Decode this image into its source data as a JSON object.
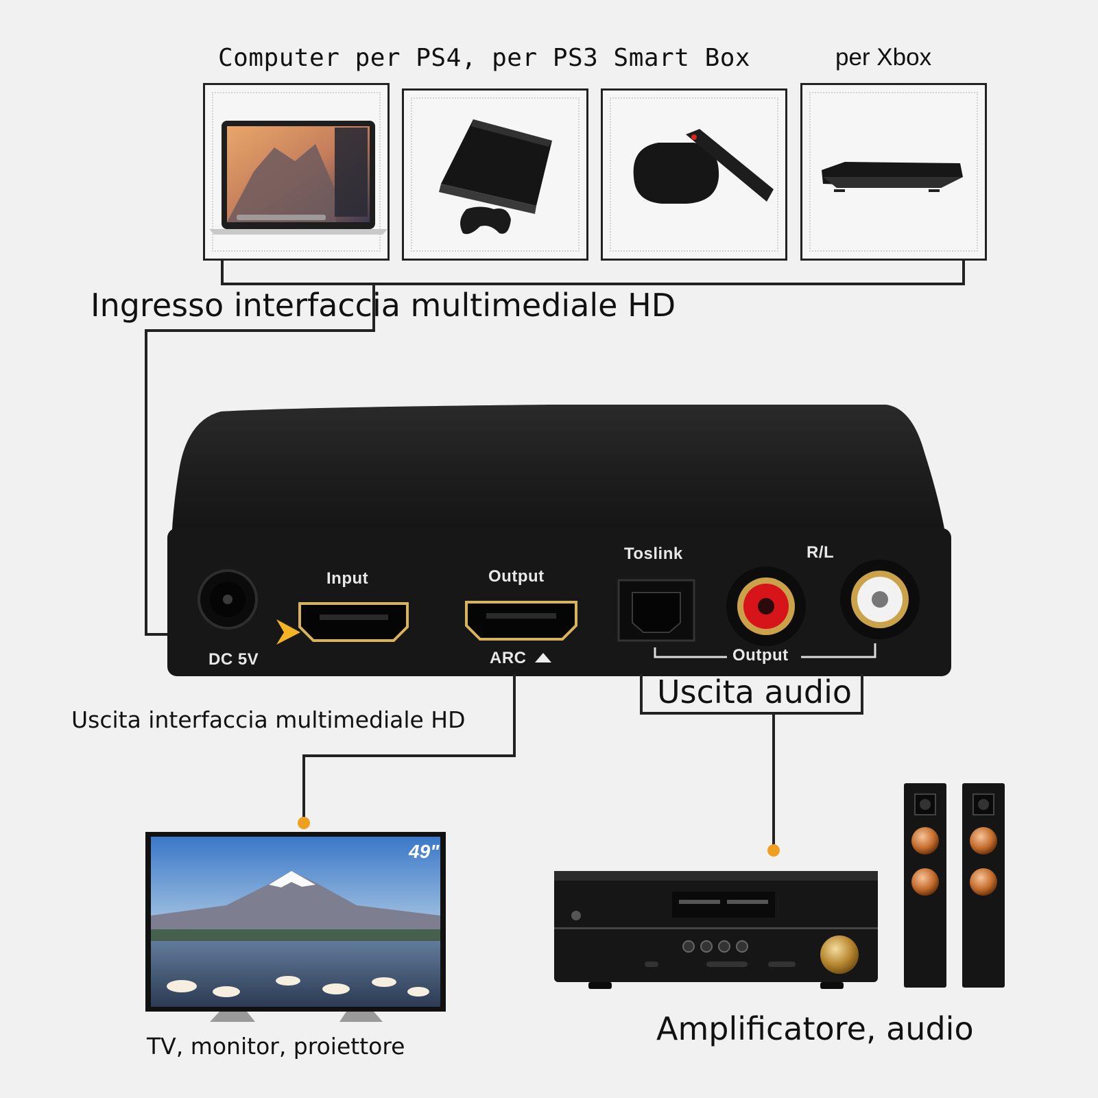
{
  "top_labels": {
    "sources_group": "Computer per PS4, per PS3 Smart Box",
    "xbox": "per Xbox"
  },
  "connections": {
    "hdmi_input": "Ingresso interfaccia multimediale HD",
    "hdmi_output": "Uscita interfaccia multimediale HD",
    "audio_output": "Uscita audio"
  },
  "device_panel": {
    "dc": "DC 5V",
    "input": "Input",
    "output": "Output",
    "arc": "ARC",
    "toslink": "Toslink",
    "rl": "R/L",
    "audio_output": "Output"
  },
  "destinations": {
    "tv": "TV, monitor, proiettore",
    "amplifier": "Amplificatore, audio",
    "tv_size": "49\""
  },
  "colors": {
    "line": "#222222",
    "arrow": "#f4b323",
    "connector_dot": "#f0a020",
    "device_body": "#1c1c1c",
    "rca_red": "#d8141b",
    "rca_white": "#f2f2f2",
    "gold": "#c9a24a"
  }
}
